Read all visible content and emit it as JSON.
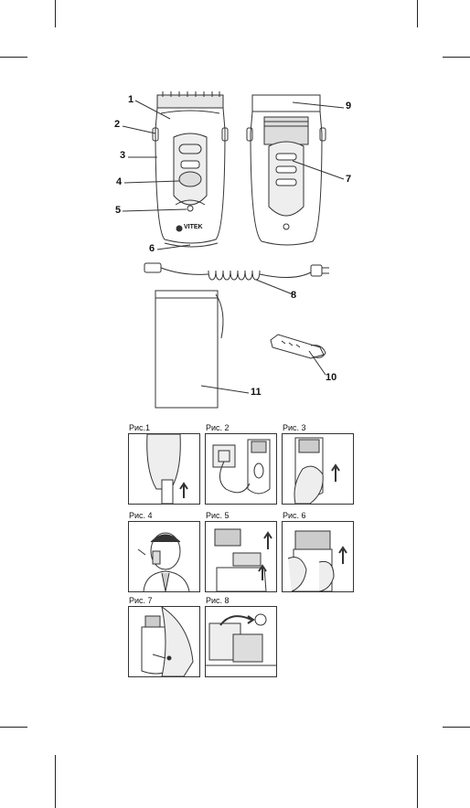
{
  "brand": "VITEK",
  "callouts": [
    "1",
    "2",
    "3",
    "4",
    "5",
    "6",
    "7",
    "8",
    "9",
    "10",
    "11"
  ],
  "figures": [
    "Рис.1",
    "Рис. 2",
    "Рис. 3",
    "Рис. 4",
    "Рис. 5",
    "Рис. 6",
    "Рис. 7",
    "Рис. 8"
  ],
  "colors": {
    "line": "#333333",
    "shade": "#cfcfcf",
    "light": "#ececec"
  }
}
